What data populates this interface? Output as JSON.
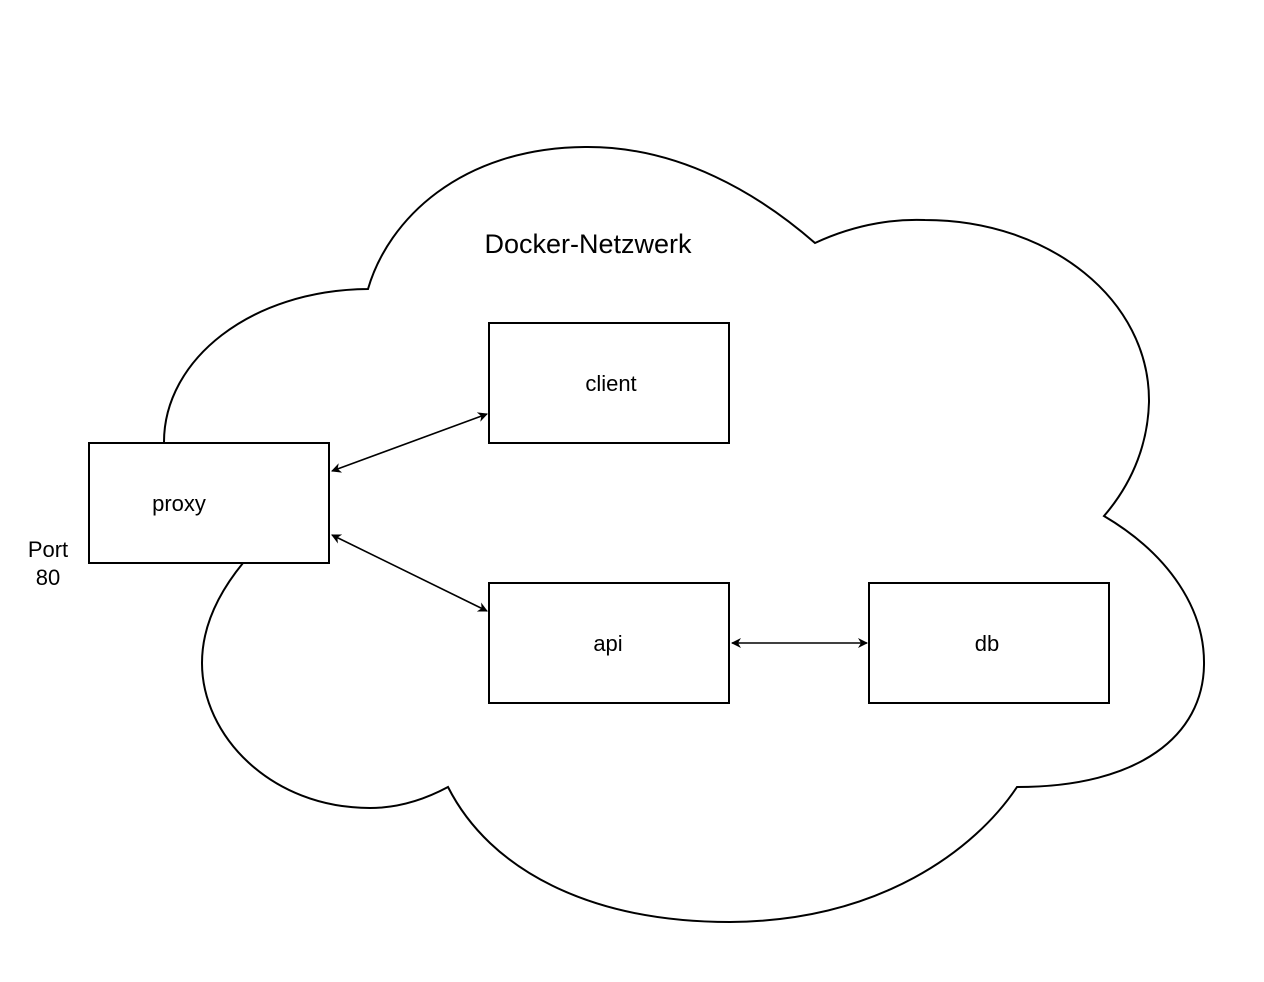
{
  "network": {
    "title": "Docker-Netzwerk"
  },
  "nodes": {
    "proxy": "proxy",
    "client": "client",
    "api": "api",
    "db": "db"
  },
  "port": {
    "line1": "Port",
    "line2": "80"
  },
  "connections": [
    {
      "from": "proxy",
      "to": "client",
      "direction": "bidirectional"
    },
    {
      "from": "proxy",
      "to": "api",
      "direction": "bidirectional"
    },
    {
      "from": "api",
      "to": "db",
      "direction": "bidirectional"
    }
  ],
  "colors": {
    "stroke": "#000000",
    "fill": "#ffffff",
    "background": "#ffffff"
  }
}
